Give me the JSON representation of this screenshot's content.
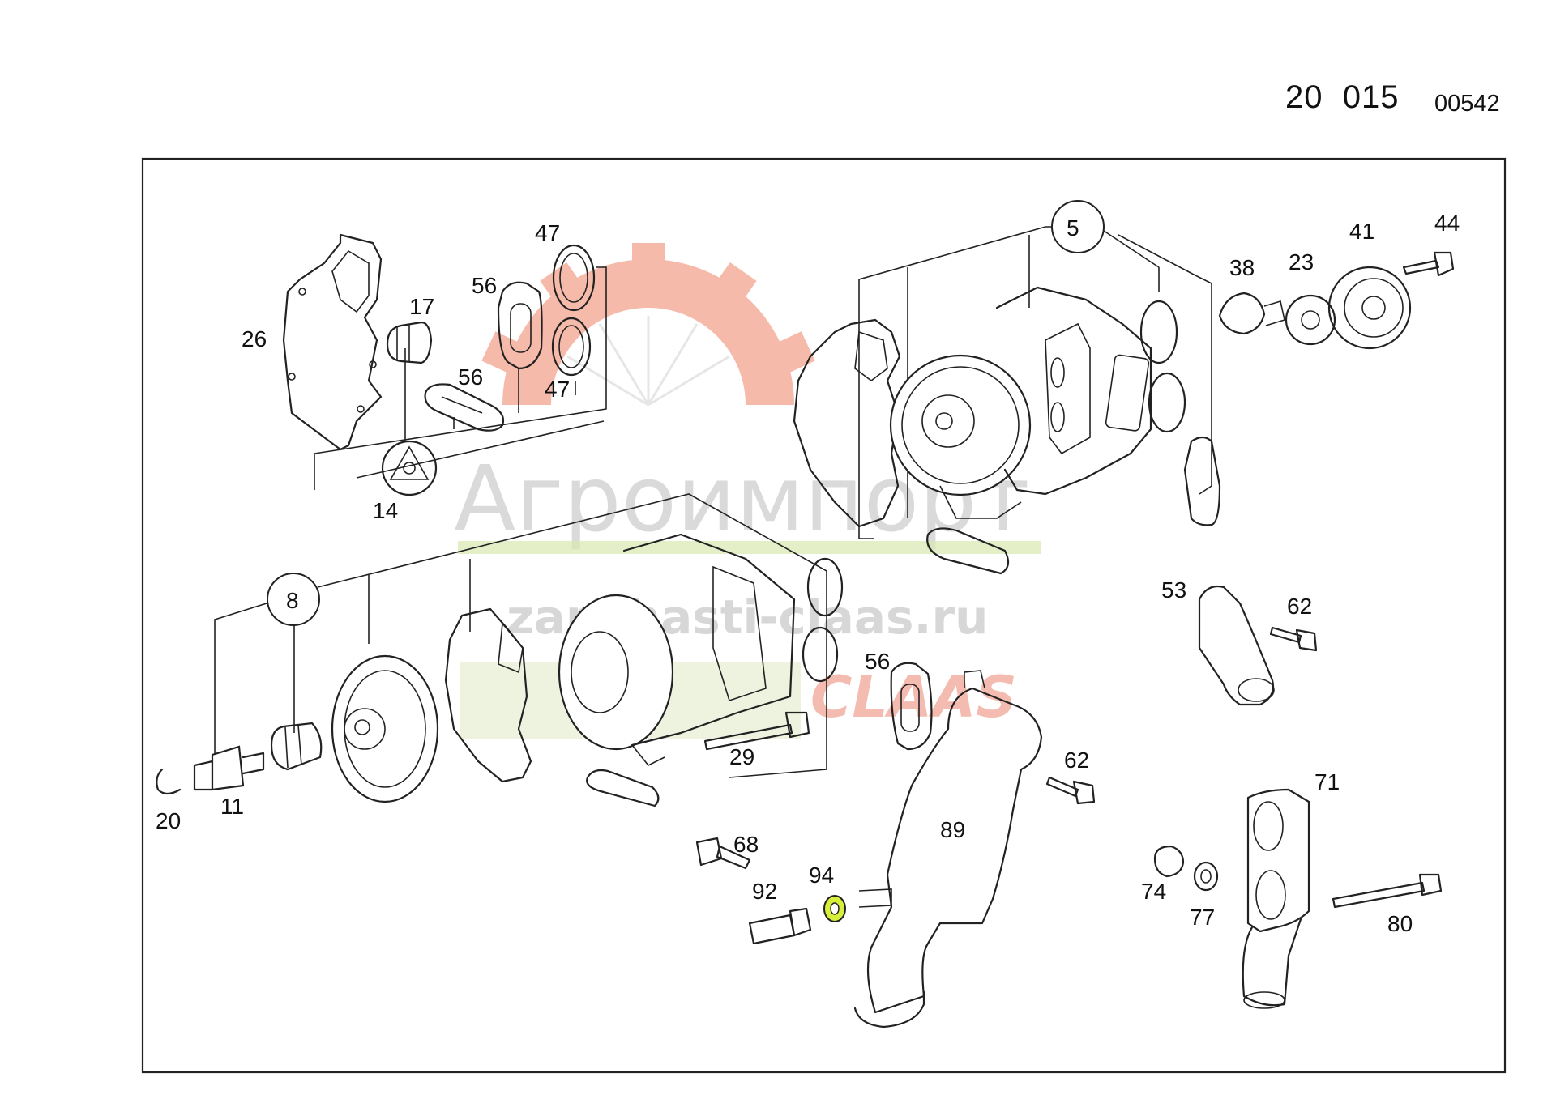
{
  "header": {
    "page_number": "20  015",
    "sub_number": "00542"
  },
  "watermark": {
    "company": "Агроимпорт",
    "site": "zapchasti-claas.ru",
    "brand": "CLAAS"
  },
  "callouts": [
    {
      "id": "c26",
      "text": "26"
    },
    {
      "id": "c17",
      "text": "17"
    },
    {
      "id": "c56a",
      "text": "56"
    },
    {
      "id": "c47a",
      "text": "47"
    },
    {
      "id": "c56b",
      "text": "56"
    },
    {
      "id": "c47b",
      "text": "47"
    },
    {
      "id": "c14",
      "text": "14"
    },
    {
      "id": "c5",
      "text": "5"
    },
    {
      "id": "c38",
      "text": "38"
    },
    {
      "id": "c23",
      "text": "23"
    },
    {
      "id": "c41",
      "text": "41"
    },
    {
      "id": "c44",
      "text": "44"
    },
    {
      "id": "c8",
      "text": "8"
    },
    {
      "id": "c53",
      "text": "53"
    },
    {
      "id": "c62a",
      "text": "62"
    },
    {
      "id": "c56c",
      "text": "56"
    },
    {
      "id": "c29",
      "text": "29"
    },
    {
      "id": "c62b",
      "text": "62"
    },
    {
      "id": "c20",
      "text": "20"
    },
    {
      "id": "c11",
      "text": "11"
    },
    {
      "id": "c89",
      "text": "89"
    },
    {
      "id": "c68",
      "text": "68"
    },
    {
      "id": "c71",
      "text": "71"
    },
    {
      "id": "c92",
      "text": "92"
    },
    {
      "id": "c94",
      "text": "94"
    },
    {
      "id": "c74",
      "text": "74"
    },
    {
      "id": "c77",
      "text": "77"
    },
    {
      "id": "c80",
      "text": "80"
    }
  ],
  "colors": {
    "highlight": "#d6ef3a",
    "frame": "#222222",
    "watermark_orange": "#f3a38e"
  }
}
